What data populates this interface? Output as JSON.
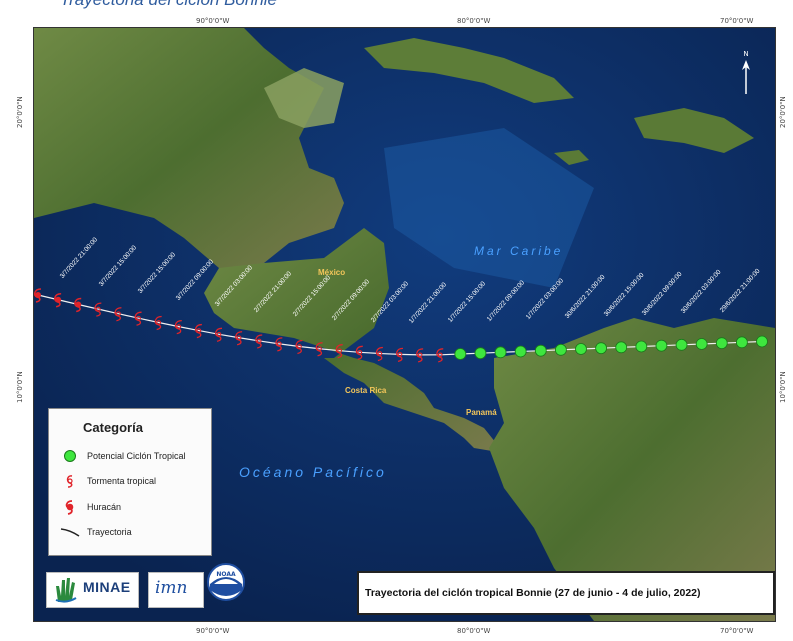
{
  "title": "Trayectoria del ciclón Bonnie",
  "coords": {
    "top": [
      "90°0'0\"W",
      "80°0'0\"W",
      "70°0'0\"W"
    ],
    "bottom": [
      "90°0'0\"W",
      "80°0'0\"W",
      "70°0'0\"W"
    ],
    "left": [
      "20°0'0\"N",
      "10°0'0\"N"
    ],
    "right": [
      "20°0'0\"N",
      "10°0'0\"N"
    ]
  },
  "places": {
    "mexico": "México",
    "costa_rica": "Costa Rica",
    "panama": "Panamá",
    "caribe": "Mar Caribe",
    "pacifico": "Océano Pacífico"
  },
  "legend": {
    "title": "Categoría",
    "items": [
      {
        "label": "Potencial Ciclón Tropical",
        "symbol": "green-circle"
      },
      {
        "label": "Tormenta tropical",
        "symbol": "tropical-storm"
      },
      {
        "label": "Huracán",
        "symbol": "hurricane"
      },
      {
        "label": "Trayectoria",
        "symbol": "track-line"
      }
    ]
  },
  "track_labels": [
    "3/7/2022 21:00:00",
    "3/7/2022 15:00:00",
    "3/7/2022 15:00:00",
    "3/7/2022 09:00:00",
    "3/7/2022 03:00:00",
    "2/7/2022 21:00:00",
    "2/7/2022 15:00:00",
    "2/7/2022 09:00:00",
    "2/7/2022 03:00:00",
    "1/7/2022 21:00:00",
    "1/7/2022 15:00:00",
    "1/7/2022 09:00:00",
    "1/7/2022 03:00:00",
    "30/6/2022 21:00:00",
    "30/6/2022 15:00:00",
    "30/6/2022 09:00:00",
    "30/6/2022 03:00:00",
    "29/6/2022 21:00:00"
  ],
  "track_points": {
    "hurricane_count": 3,
    "tropical_storm_count": 18,
    "potential_cyclone_count": 16
  },
  "logos": {
    "minae": "MINAE",
    "imn": "imn",
    "noaa": "NOAA"
  },
  "caption": "Trayectoria del ciclón tropical Bonnie (27 de junio - 4 de julio, 2022)",
  "north_arrow": "N",
  "colors": {
    "potential": "#3ee63e",
    "storm": "#e0242a",
    "ocean": "#0f2d63",
    "land": "#5e7d3a"
  }
}
